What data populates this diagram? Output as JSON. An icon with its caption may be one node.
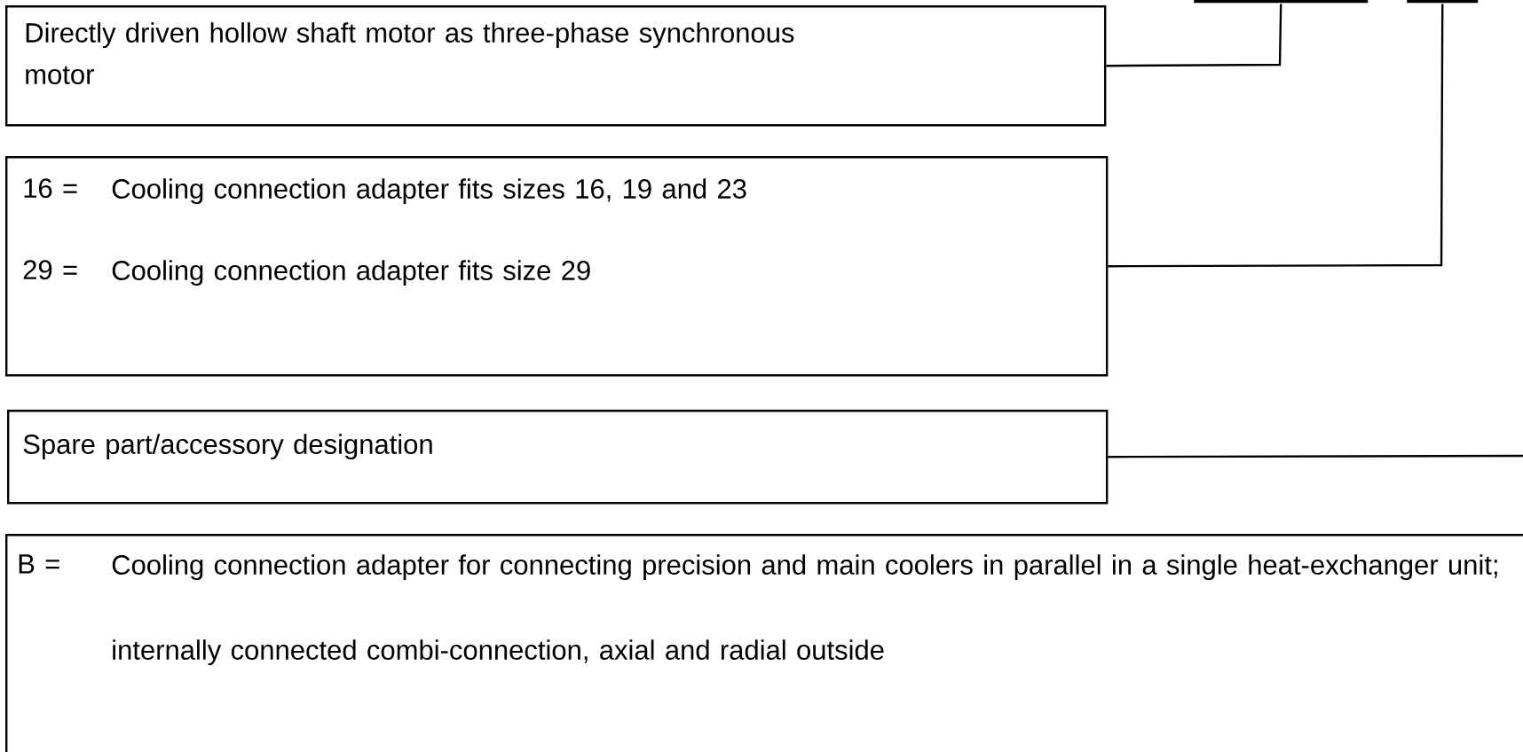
{
  "diagram": {
    "nodes": [
      {
        "text": [],
        "shape": "bar"
      },
      {
        "text": [],
        "shape": "bar"
      },
      {
        "text": [
          "Directly driven hollow shaft motor as three-phase synchronous motor"
        ]
      },
      {
        "text": [
          "16 =",
          "Cooling connection adapter fits sizes 16, 19 and 23",
          "29 =",
          "Cooling connection adapter fits size 29"
        ]
      },
      {
        "text": [
          "Spare part/accessory designation"
        ]
      },
      {
        "text": [
          "B =",
          "Cooling connection adapter for connecting precision and main coolers in parallel in a single heat-exchanger unit;",
          "internally connected combi-connection, axial and radial outside"
        ]
      }
    ],
    "edges": [
      {
        "from": 2,
        "to": 0,
        "arrow": "none"
      },
      {
        "from": 3,
        "to": 1,
        "arrow": "none"
      },
      {
        "from": 4,
        "to": null,
        "arrow": "none"
      }
    ]
  }
}
